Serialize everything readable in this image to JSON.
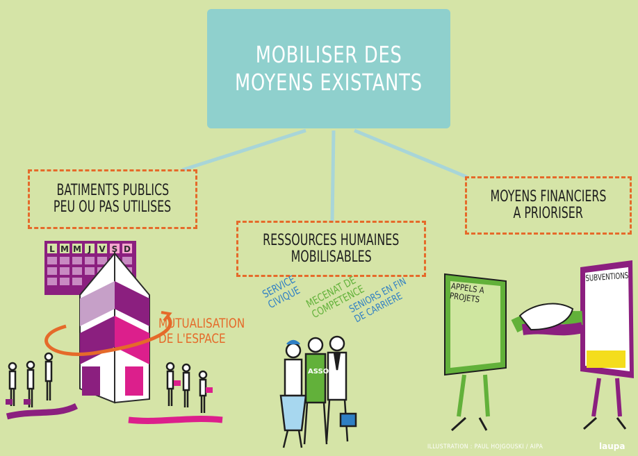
{
  "title_lines": [
    "MOBILISER DES",
    "MOYENS EXISTANTS"
  ],
  "categories": [
    {
      "lines": [
        "BATIMENTS PUBLICS",
        "PEU OU PAS UTILISES"
      ]
    },
    {
      "lines": [
        "RESSOURCES HUMAINES",
        "MOBILISABLES"
      ]
    },
    {
      "lines": [
        "MOYENS FINANCIERS",
        "A PRIORISER"
      ]
    }
  ],
  "calendar_days": [
    "L",
    "M",
    "M",
    "J",
    "V",
    "S",
    "D"
  ],
  "mutualisation_lines": [
    "MUTUALISATION",
    "DE L'ESPACE"
  ],
  "people_labels": {
    "service": [
      "SERVICE",
      "CIVIQUE"
    ],
    "mecenat": [
      "MECENAT DE",
      "COMPETENCE"
    ],
    "seniors": [
      "SENIORS EN FIN",
      "DE CARRIERE"
    ],
    "asso": "ASSO"
  },
  "finance_labels": {
    "appels": [
      "APPELS A",
      "PROJETS"
    ],
    "subventions": "SUBVENTIONS"
  },
  "credit": "ILLUSTRATION : PAUL HOJGOUSKI / AIPA",
  "logo": "laupa",
  "colors": {
    "background": "#d5e4a7",
    "title_box": "#8fd0cd",
    "dashed_border": "#e56a2a",
    "purple": "#8b1f7f",
    "magenta": "#dc1f8c",
    "green": "#62b13a",
    "blue": "#2f7fc4"
  }
}
